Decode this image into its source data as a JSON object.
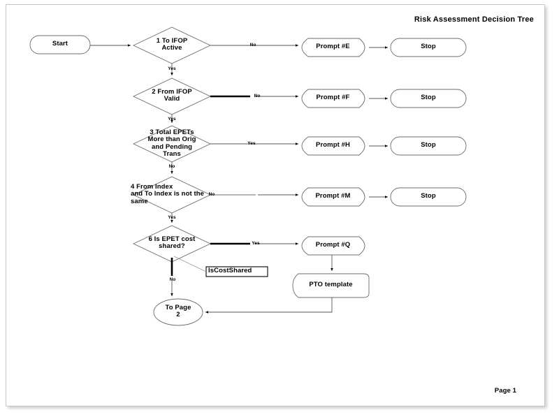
{
  "document": {
    "title": "Risk Assessment Decision Tree",
    "page_label": "Page 1"
  },
  "colors": {
    "stroke": "#6b6b6b",
    "stroke_bold": "#000000",
    "text": "#000000",
    "page_background": "#ffffff",
    "page_border": "#c8c8c8"
  },
  "nodes": {
    "start": {
      "label": "Start",
      "shape": "terminator"
    },
    "d1": {
      "label": "1 To IFOP\nActive",
      "shape": "decision"
    },
    "d2": {
      "label": "2 From IFOP\nValid",
      "shape": "decision"
    },
    "d3": {
      "label": "3 Total EPETs\nMore than Orig\nand Pending\nTrans",
      "shape": "decision"
    },
    "d4": {
      "label": "4 From Index\nand To Index is not the\nsame",
      "shape": "decision"
    },
    "d6": {
      "label": "6 Is EPET cost\nshared?",
      "shape": "decision"
    },
    "promptE": {
      "label": "Prompt #E",
      "shape": "display"
    },
    "promptF": {
      "label": "Prompt #F",
      "shape": "display"
    },
    "promptH": {
      "label": "Prompt #H",
      "shape": "display"
    },
    "promptM": {
      "label": "Prompt #M",
      "shape": "display"
    },
    "promptQ": {
      "label": "Prompt #Q",
      "shape": "display"
    },
    "stop1": {
      "label": "Stop",
      "shape": "terminator"
    },
    "stop2": {
      "label": "Stop",
      "shape": "terminator"
    },
    "stop3": {
      "label": "Stop",
      "shape": "terminator"
    },
    "stop4": {
      "label": "Stop",
      "shape": "terminator"
    },
    "pto": {
      "label": "PTO template",
      "shape": "tape"
    },
    "toPage2": {
      "label": "To Page\n2",
      "shape": "connector-circle"
    }
  },
  "annotations": {
    "is_cost_shared": {
      "label": "IsCostShared"
    }
  },
  "edge_labels": {
    "d1_no": "No",
    "d1_yes": "Yes",
    "d2_no": "No",
    "d2_yes": "Yes",
    "d3_yes": "Yes",
    "d3_no": "No",
    "d4_no": "No",
    "d4_yes": "Yes",
    "d6_yes": "Yes",
    "d6_no": "No"
  }
}
